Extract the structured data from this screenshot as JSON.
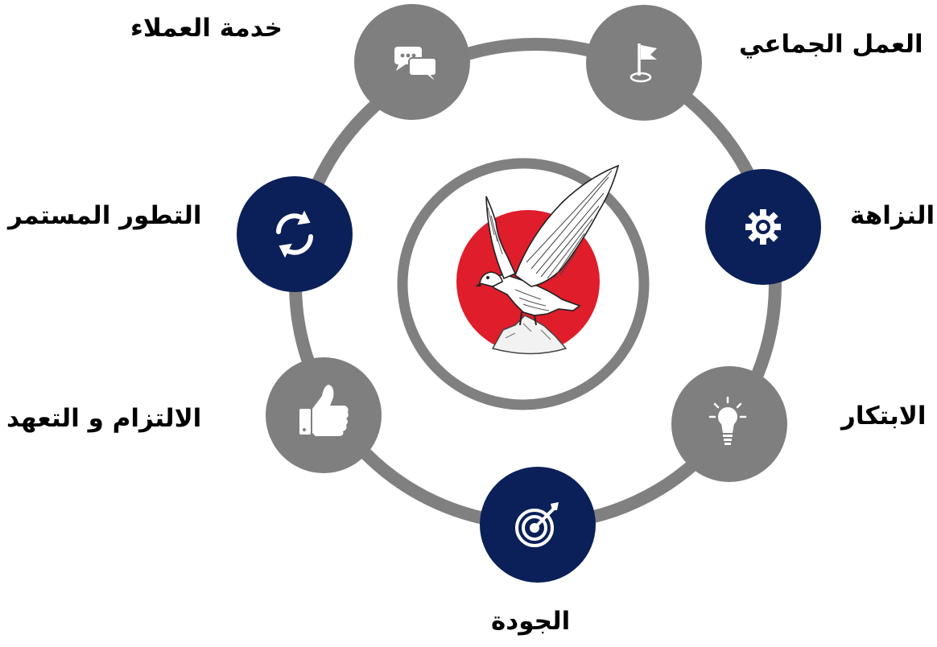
{
  "colors": {
    "ring": "#808080",
    "gray_node": "#7f7f7f",
    "navy_node": "#0b2059",
    "logo_red": "#df1d2b",
    "icon": "#ffffff"
  },
  "nodes": [
    {
      "key": "customer_service",
      "label": "خدمة العملاء",
      "icon": "chat-bubbles-icon",
      "style": "gray"
    },
    {
      "key": "teamwork",
      "label": "العمل الجماعي",
      "icon": "flag-icon",
      "style": "gray"
    },
    {
      "key": "continuous_development",
      "label": "التطور المستمر",
      "icon": "refresh-icon",
      "style": "navy"
    },
    {
      "key": "integrity",
      "label": "النزاهة",
      "icon": "gear-icon",
      "style": "navy"
    },
    {
      "key": "commitment",
      "label": "الالتزام و التعهد",
      "icon": "thumbs-up-icon",
      "style": "gray"
    },
    {
      "key": "innovation",
      "label": "الابتكار",
      "icon": "lightbulb-icon",
      "style": "gray"
    },
    {
      "key": "quality",
      "label": "الجودة",
      "icon": "target-icon",
      "style": "navy"
    }
  ],
  "center": {
    "logo": "falcon-logo-icon"
  }
}
